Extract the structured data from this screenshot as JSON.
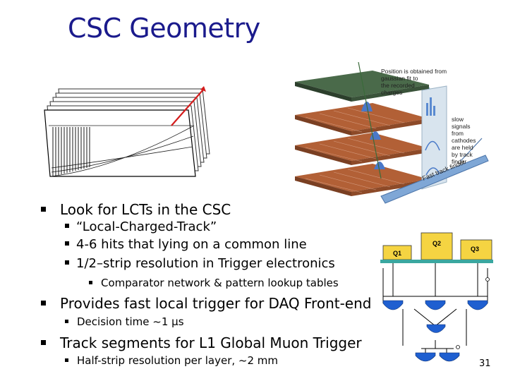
{
  "slide": {
    "title": "CSC Geometry",
    "page_number": "31"
  },
  "bullets": {
    "b1": "Look for LCTs in the CSC",
    "b1_1": "“Local-Charged-Track”",
    "b1_2": "4-6 hits that lying on a common line",
    "b1_3": "1/2–strip resolution in Trigger electronics",
    "b1_3_1": "Comparator network & pattern lookup tables",
    "b2": "Provides fast local trigger for DAQ Front-end",
    "b2_1": "Decision time ~1 μs",
    "b3": "Track segments for L1 Global Muon Trigger",
    "b3_1": "Half-strip resolution per layer, ~2 mm"
  },
  "detector_figure": {
    "annotation_1": [
      "Position is obtained from",
      "gaussian fit to",
      "the recorded",
      "charges"
    ],
    "annotation_2": [
      "slow",
      "signals",
      "from",
      "cathodes",
      "are held",
      "by track",
      "finder"
    ],
    "annotation_3": "Fast track finder"
  },
  "comparator_figure": {
    "labels": [
      "Q1",
      "Q2",
      "Q3"
    ],
    "colors": {
      "header": "#f5d442",
      "bar": "#3aa7a0",
      "gate": "#1f5fd0"
    }
  }
}
